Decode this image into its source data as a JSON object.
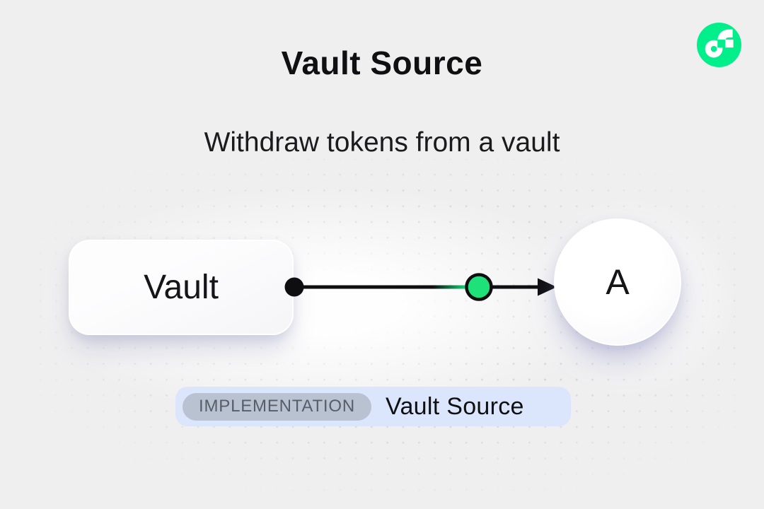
{
  "header": {
    "title": "Vault Source",
    "subtitle": "Withdraw tokens from a vault"
  },
  "logo": {
    "icon": "flow-logo",
    "color": "#00EF8B"
  },
  "diagram": {
    "source_label": "Vault",
    "target_label": "A",
    "edge_token_color": "#1EE17A",
    "edge_color": "#0E0E10"
  },
  "badge": {
    "kind": "IMPLEMENTATION",
    "label": "Vault Source"
  },
  "colors": {
    "background": "#EFEFF0",
    "dot": "#D2D2D8",
    "badge_bg": "#DBE6FC",
    "badge_kind_bg": "#B9C2D0",
    "badge_kind_text": "#575E6A",
    "node_bg": "#FDFDFE",
    "shadow_tint": "rgba(122,122,172,0.30)"
  }
}
